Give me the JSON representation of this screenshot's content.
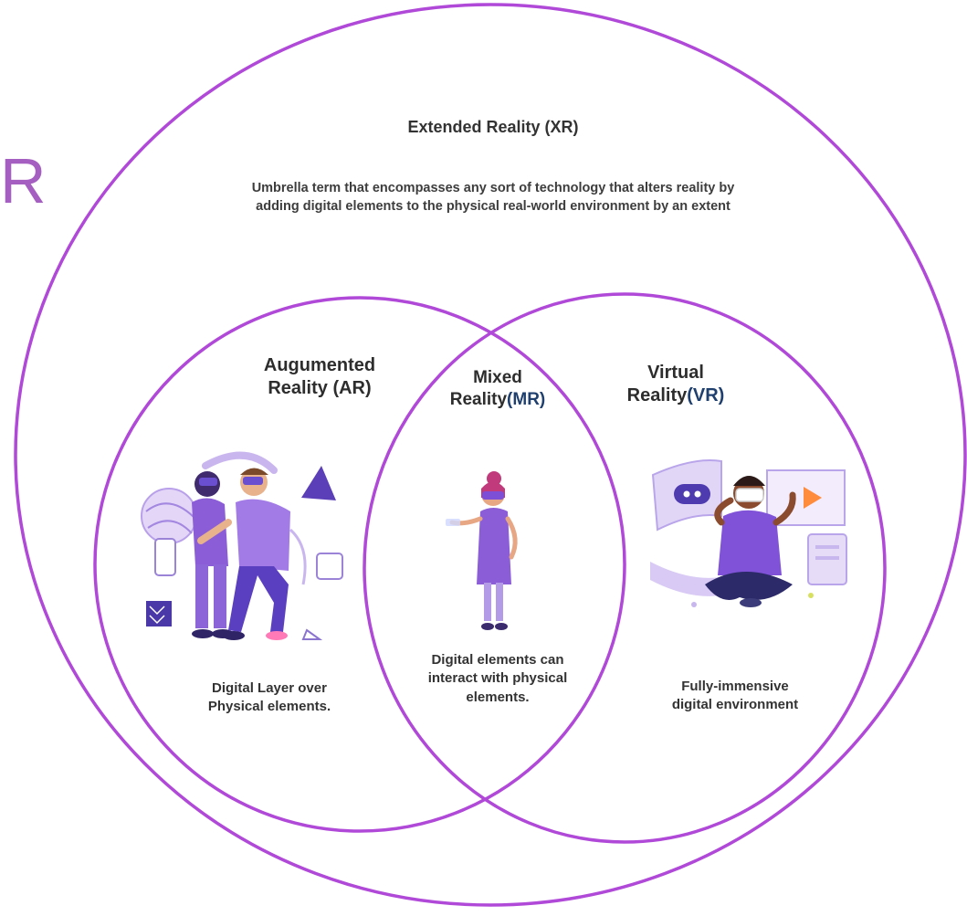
{
  "edge_letter": "R",
  "xr": {
    "title": "Extended Reality (XR)",
    "description": "Umbrella term that encompasses any sort of technology that alters reality by adding digital elements to the physical real-world environment by an extent"
  },
  "ar": {
    "title_line1": "Augumented",
    "title_line2": "Reality (AR)",
    "description_line1": "Digital Layer over",
    "description_line2": "Physical elements."
  },
  "mr": {
    "title_line1": "Mixed",
    "title_line2_word": "Reality",
    "title_line2_abbr": "(MR)",
    "description_line1": "Digital elements can",
    "description_line2": "interact with physical",
    "description_line3": "elements."
  },
  "vr": {
    "title_line1": "Virtual",
    "title_line2_word": "Reality",
    "title_line2_abbr": "(VR)",
    "description_line1": "Fully-immensive",
    "description_line2": "digital environment"
  },
  "colors": {
    "circle_stroke": "#b048d8",
    "edge_letter": "#a45fc0",
    "abbr_text": "#1f3f6e",
    "illustration_primary": "#8b5ed8",
    "illustration_light": "#d9c8f4",
    "illustration_dark": "#3d2a8a"
  },
  "illustrations": {
    "ar": "two-people-ar-illustration",
    "mr": "woman-headset-illustration",
    "vr": "man-vr-headset-illustration"
  }
}
